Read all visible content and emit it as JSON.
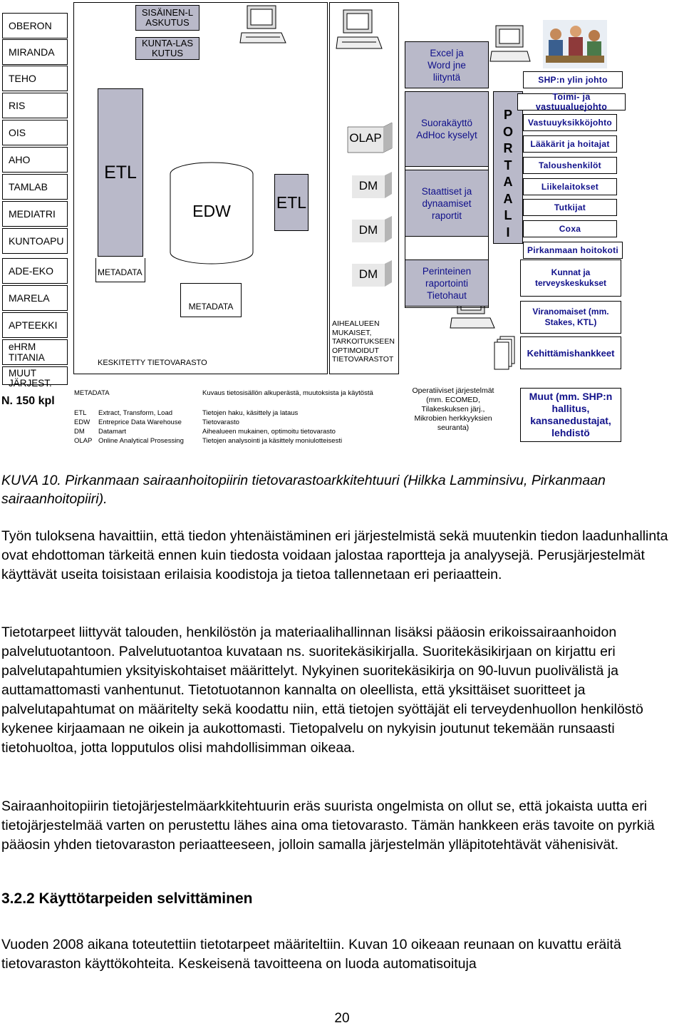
{
  "figure": {
    "source_systems": [
      "OBERON",
      "MIRANDA",
      "TEHO",
      "RIS",
      "OIS",
      "AHO",
      "TAMLAB",
      "MEDIATRI",
      "KUNTOAPU",
      "ADE-EKO",
      "MARELA",
      "APTEEKKI",
      "eHRM TITANIA",
      "MUUT JÄRJEST."
    ],
    "source_count": "N. 150 kpl",
    "internal_billing": "SISÄINEN-LASKUTUS",
    "municipal_billing": "KUNTA-LASKUTUS",
    "etl_left": "ETL",
    "metadata_left": "METADATA",
    "edw": "EDW",
    "metadata_center": "METADATA",
    "central_dw": "KESKITETTY TIETOVARASTO",
    "etl_right": "ETL",
    "olap": "OLAP",
    "dm1": "DM",
    "dm2": "DM",
    "dm3": "DM",
    "subject_dw": "AIHEALUEEN MUKAISET, TARKOITUKSEEN OPTIMOIDUT TIETOVARASTOT",
    "excel": "Excel ja Word jne liityntä",
    "adhoc": "Suorakäyttö AdHoc kyselyt",
    "reports": "Staattiset ja dynaamiset raportit",
    "traditional": "Perinteinen raportointi Tietohaut",
    "operative": "Operatiiviset järjestelmät (mm. ECOMED, Tilakeskuksen järj., Mikrobien herkkyyksien seuranta)",
    "portal_letters": [
      "P",
      "O",
      "R",
      "T",
      "A",
      "A",
      "L",
      "I"
    ],
    "audiences": [
      "SHP:n ylin johto",
      "Toimi- ja vastuualuejohto",
      "Vastuuyksikköjohto",
      "Lääkärit ja hoitajat",
      "Taloushenkilöt",
      "Liikelaitokset",
      "Tutkijat",
      "Coxa",
      "Pirkanmaan hoitokoti"
    ],
    "external": [
      "Kunnat ja terveyskeskukset",
      "Viranomaiset (mm. Stakes, KTL)",
      "Kehittämishankkeet"
    ],
    "others": "Muut (mm. SHP:n hallitus, kansanedustajat, lehdistö",
    "legend": [
      {
        "term": "METADATA",
        "def": "Kuvaus tietosisällön alkuperästä, muutoksista ja käytöstä"
      },
      {
        "term": "ETL",
        "sub": "Extract, Transform, Load",
        "def": "Tietojen haku, käsittely ja lataus"
      },
      {
        "term": "EDW",
        "sub": "Entreprice Data Warehouse",
        "def": "Tietovarasto"
      },
      {
        "term": "DM",
        "sub": "Datamart",
        "def": "Aihealueen mukainen, optimoitu tietovarasto"
      },
      {
        "term": "OLAP",
        "sub": "Online Analytical Prosessing",
        "def": "Tietojen analysointi ja käsittely moniulotteisesti"
      }
    ]
  },
  "caption": "KUVA 10. Pirkanmaan sairaanhoitopiirin tietovarastoarkkitehtuuri (Hilkka Lamminsivu, Pirkanmaan sairaanhoitopiiri).",
  "paragraphs": [
    "Työn tuloksena havaittiin, että tiedon yhtenäistäminen eri järjestelmistä sekä muutenkin tiedon laadunhallinta ovat ehdottoman tärkeitä ennen kuin tiedosta voidaan jalostaa raportteja ja analyysejä. Perusjärjestelmät käyttävät useita toisistaan erilaisia koodistoja ja tietoa tallennetaan eri periaattein.",
    "Tietotarpeet liittyvät talouden, henkilöstön ja materiaalihallinnan lisäksi pääosin erikoissairaanhoidon palvelutuotantoon. Palvelutuotantoa kuvataan ns. suoritekäsikirjalla. Suoritekäsikirjaan on kirjattu eri palvelutapahtumien yksityiskohtaiset määrittelyt. Nykyinen suoritekäsikirja on 90-luvun puolivälistä ja auttamattomasti vanhentunut. Tietotuotannon kannalta on oleellista, että yksittäiset suoritteet ja palvelutapahtumat on määritelty sekä koodattu niin, että tietojen syöttäjät eli terveydenhuollon henkilöstö kykenee kirjaamaan ne oikein ja aukottomasti. Tietopalvelu on nykyisin joutunut tekemään runsaasti tietohuoltoa, jotta lopputulos olisi mahdollisimman oikeaa.",
    "Sairaanhoitopiirin tietojärjestelmäarkkitehtuurin eräs suurista ongelmista on ollut se, että jokaista uutta eri tietojärjestelmää varten on perustettu lähes aina oma tietovarasto. Tämän hankkeen eräs tavoite on pyrkiä pääosin yhden tietovaraston periaatteeseen, jolloin samalla järjestelmän ylläpitotehtävät vähenisivät."
  ],
  "section_heading": "3.2.2 Käyttötarpeiden selvittäminen",
  "last_paragraph": "Vuoden 2008 aikana toteutettiin tietotarpeet määriteltiin. Kuvan 10 oikeaan reunaan on kuvattu eräitä tietovaraston käyttökohteita. Keskeisenä tavoitteena on luoda automatisoituja",
  "page_number": "20"
}
